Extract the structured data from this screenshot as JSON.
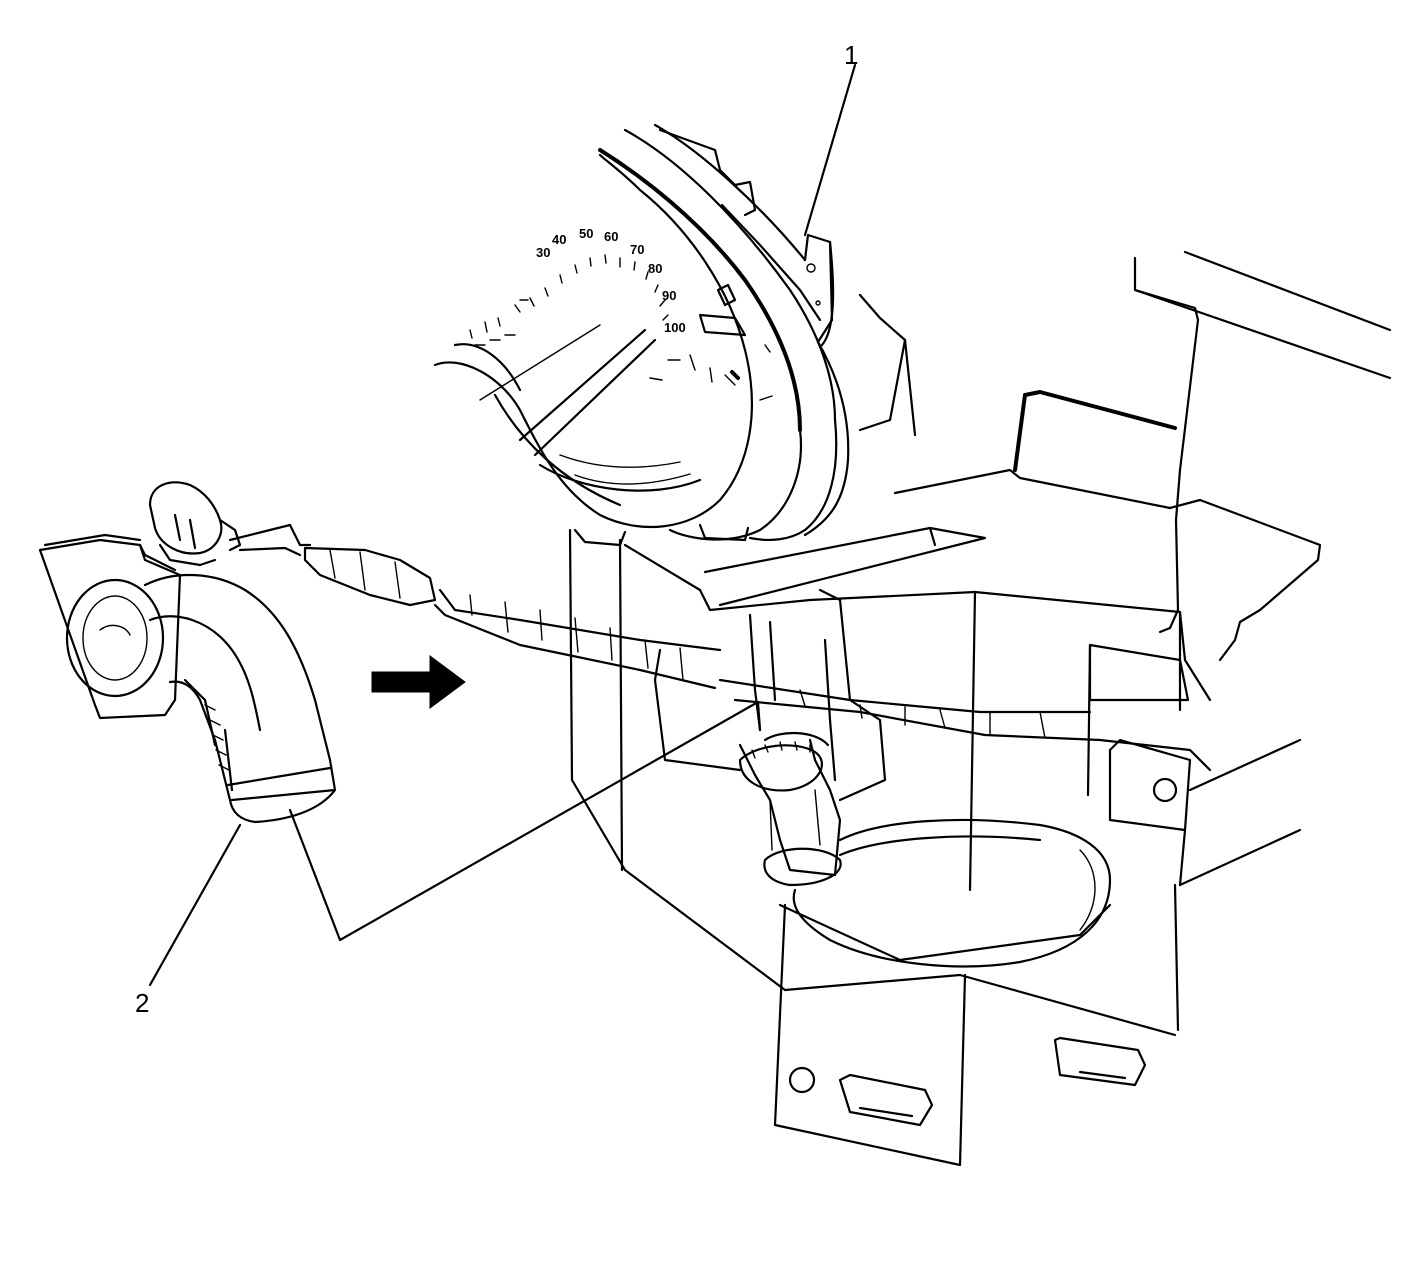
{
  "callouts": {
    "c1": "1",
    "c2": "2"
  },
  "speedometer": {
    "ticks": [
      "30",
      "40",
      "50",
      "60",
      "70",
      "80",
      "90",
      "100"
    ]
  },
  "icons": {
    "arrow": "install-direction-arrow-icon"
  },
  "colors": {
    "line": "#000000",
    "background": "#ffffff"
  }
}
